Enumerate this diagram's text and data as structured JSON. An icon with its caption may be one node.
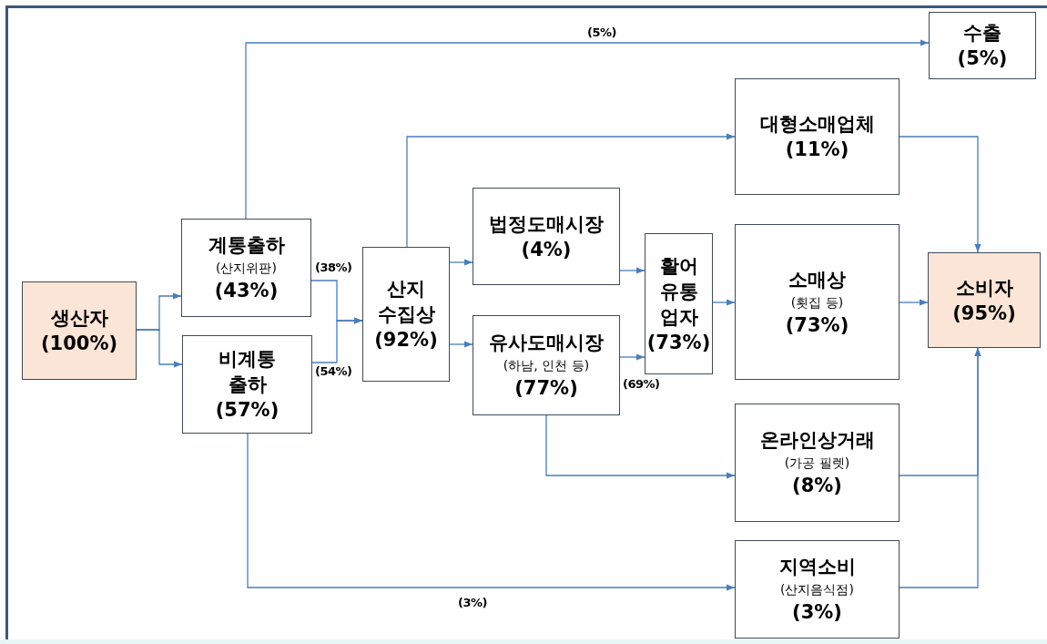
{
  "diagram": {
    "nodes": [
      {
        "text": [
          "생산자",
          "(100%)"
        ]
      },
      {
        "text": [
          "계통출하",
          "(산지위판)",
          "(43%)"
        ]
      },
      {
        "text": [
          "비계통 출하",
          "(57%)"
        ]
      },
      {
        "text": [
          "산지 수집상",
          "(92%)"
        ]
      },
      {
        "text": [
          "법정도매시장",
          "(4%)"
        ]
      },
      {
        "text": [
          "유사도매시장",
          "(하남, 인천 등)",
          "(77%)"
        ]
      },
      {
        "text": [
          "활어 유통 업자",
          "(73%)"
        ]
      },
      {
        "text": [
          "수출",
          "(5%)"
        ]
      },
      {
        "text": [
          "대형소매업체",
          "(11%)"
        ]
      },
      {
        "text": [
          "소매상",
          "(횟집 등)",
          "(73%)"
        ]
      },
      {
        "text": [
          "소비자",
          "(95%)"
        ]
      },
      {
        "text": [
          "온라인상거래",
          "(가공 필렛)",
          "(8%)"
        ]
      },
      {
        "text": [
          "지역소비",
          "(산지음식점)",
          "(3%)"
        ]
      }
    ],
    "edges": [
      {
        "from": 0,
        "to": 1,
        "arrow": "to"
      },
      {
        "from": 0,
        "to": 2,
        "arrow": "to"
      },
      {
        "from": 1,
        "to": 3,
        "arrow": "to",
        "label": "(38%)"
      },
      {
        "from": 2,
        "to": 3,
        "arrow": "to",
        "label": "(54%)"
      },
      {
        "from": 1,
        "to": 7,
        "arrow": "to",
        "label": "(5%)"
      },
      {
        "from": 3,
        "to": 8,
        "arrow": "to"
      },
      {
        "from": 3,
        "to": 4,
        "arrow": "to"
      },
      {
        "from": 3,
        "to": 5,
        "arrow": "to"
      },
      {
        "from": 4,
        "to": 6,
        "arrow": "to"
      },
      {
        "from": 5,
        "to": 6,
        "arrow": "to",
        "label": "(69%)"
      },
      {
        "from": 6,
        "to": 9,
        "arrow": "to"
      },
      {
        "from": 5,
        "to": 11,
        "arrow": "to"
      },
      {
        "from": 2,
        "to": 12,
        "arrow": "to",
        "label": "(3%)"
      },
      {
        "from": 8,
        "to": 10,
        "arrow": "to"
      },
      {
        "from": 9,
        "to": 10,
        "arrow": "to"
      },
      {
        "from": 11,
        "to": 10,
        "arrow": "to"
      },
      {
        "from": 12,
        "to": 10,
        "arrow": "to"
      }
    ]
  }
}
